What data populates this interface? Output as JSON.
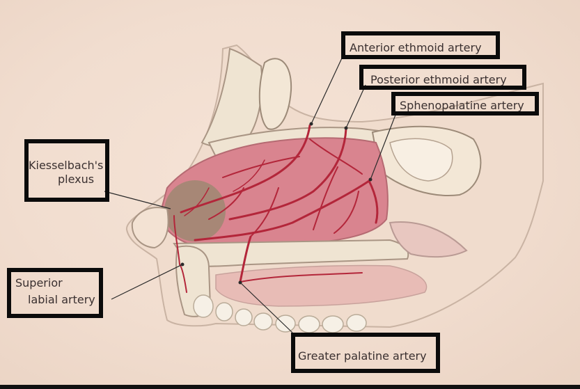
{
  "labels": {
    "anterior_ethmoid": "Anterior ethmoid artery",
    "posterior_ethmoid": "Posterior ethmoid artery",
    "sphenopalatine": "Sphenopalatine artery",
    "kiesselbach_line1": "Kiesselbach's",
    "kiesselbach_line2": "plexus",
    "superior_labial_line1": "Superior",
    "superior_labial_line2": "labial artery",
    "greater_palatine": "Greater palatine artery"
  },
  "colors": {
    "artery": "#b3263a",
    "mucosa": "#d9848f",
    "bone": "#efe4d2",
    "plexus_highlight": "#7e8a63",
    "box_border": "#0b0b0b",
    "background": "#f1ddcf"
  }
}
